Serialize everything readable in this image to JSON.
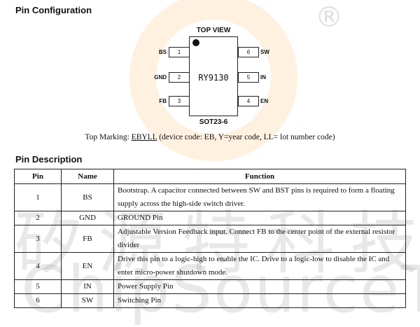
{
  "watermark": {
    "registered": "®",
    "chinese": "矽源特科技",
    "english": "ChipSourceTek"
  },
  "pin_config": {
    "title": "Pin Configuration",
    "top_view": "TOP VIEW",
    "package": "SOT23-6",
    "chip_marking": "RY9130",
    "left_pins": [
      {
        "num": "1",
        "name": "BS"
      },
      {
        "num": "2",
        "name": "GND"
      },
      {
        "num": "3",
        "name": "FB"
      }
    ],
    "right_pins": [
      {
        "num": "6",
        "name": "SW"
      },
      {
        "num": "5",
        "name": "IN"
      },
      {
        "num": "4",
        "name": "EN"
      }
    ],
    "marking_label": "Top Marking: ",
    "marking_code": "EBYLL",
    "marking_note": " (device code: EB, Y=year code, LL= lot number code)"
  },
  "pin_desc": {
    "title": "Pin Description",
    "headers": [
      "Pin",
      "Name",
      "Function"
    ],
    "rows": [
      {
        "pin": "1",
        "name": "BS",
        "function": "Bootstrap. A capacitor connected between SW and BST pins is required to form a floating supply across the high-side switch driver."
      },
      {
        "pin": "2",
        "name": "GND",
        "function": "GROUND Pin"
      },
      {
        "pin": "3",
        "name": "FB",
        "function": "Adjustable Version Feedback input. Connect FB to the center point of the external resistor divider"
      },
      {
        "pin": "4",
        "name": "EN",
        "function": "Drive this pin to a logic-high to enable the IC. Drive to a logic-low to disable the IC and enter micro-power shutdown mode."
      },
      {
        "pin": "5",
        "name": "IN",
        "function": "Power Supply Pin"
      },
      {
        "pin": "6",
        "name": "SW",
        "function": "Switching Pin"
      }
    ]
  }
}
